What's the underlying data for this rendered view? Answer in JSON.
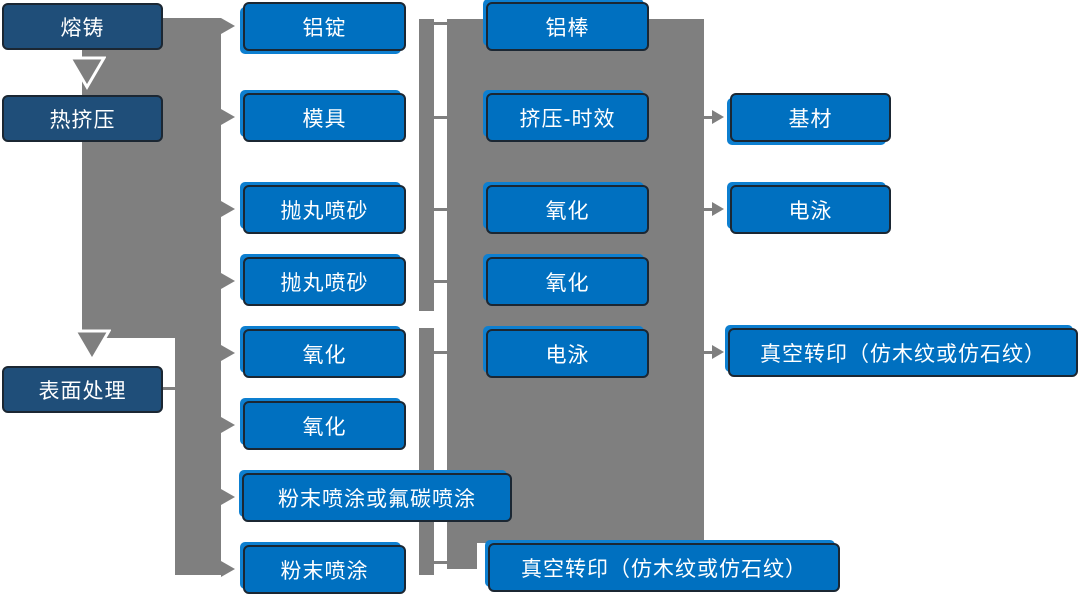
{
  "diagram": {
    "description_note": "process flowchart of aluminium profile production with four columns of blue nodes linked by gray connectors",
    "colors": {
      "stage_node_dark_blue": "#1f4e79",
      "process_node_blue": "#0070c0",
      "node_highlight_blue": "#0d7fd0",
      "connector_gray": "#7f7f7f",
      "node_text": "#ffffff",
      "background": "#ffffff"
    },
    "flow": {
      "column1": [
        {
          "label": "熔铸"
        },
        {
          "label": "热挤压"
        },
        {
          "label": "表面处理"
        }
      ],
      "column2": [
        {
          "label": "铝锭"
        },
        {
          "label": "模具"
        },
        {
          "label": "抛丸喷砂"
        },
        {
          "label": "抛丸喷砂"
        },
        {
          "label": "氧化"
        },
        {
          "label": "氧化"
        },
        {
          "label": "粉末喷涂或氟碳喷涂"
        },
        {
          "label": "粉末喷涂"
        }
      ],
      "column3": [
        {
          "label": "铝棒"
        },
        {
          "label": "挤压-时效"
        },
        {
          "label": "氧化"
        },
        {
          "label": "氧化"
        },
        {
          "label": "电泳"
        },
        {
          "label": "真空转印（仿木纹或仿石纹）"
        }
      ],
      "column4": [
        {
          "label": "基材"
        },
        {
          "label": "电泳"
        },
        {
          "label": "真空转印（仿木纹或仿石纹）"
        }
      ]
    }
  }
}
